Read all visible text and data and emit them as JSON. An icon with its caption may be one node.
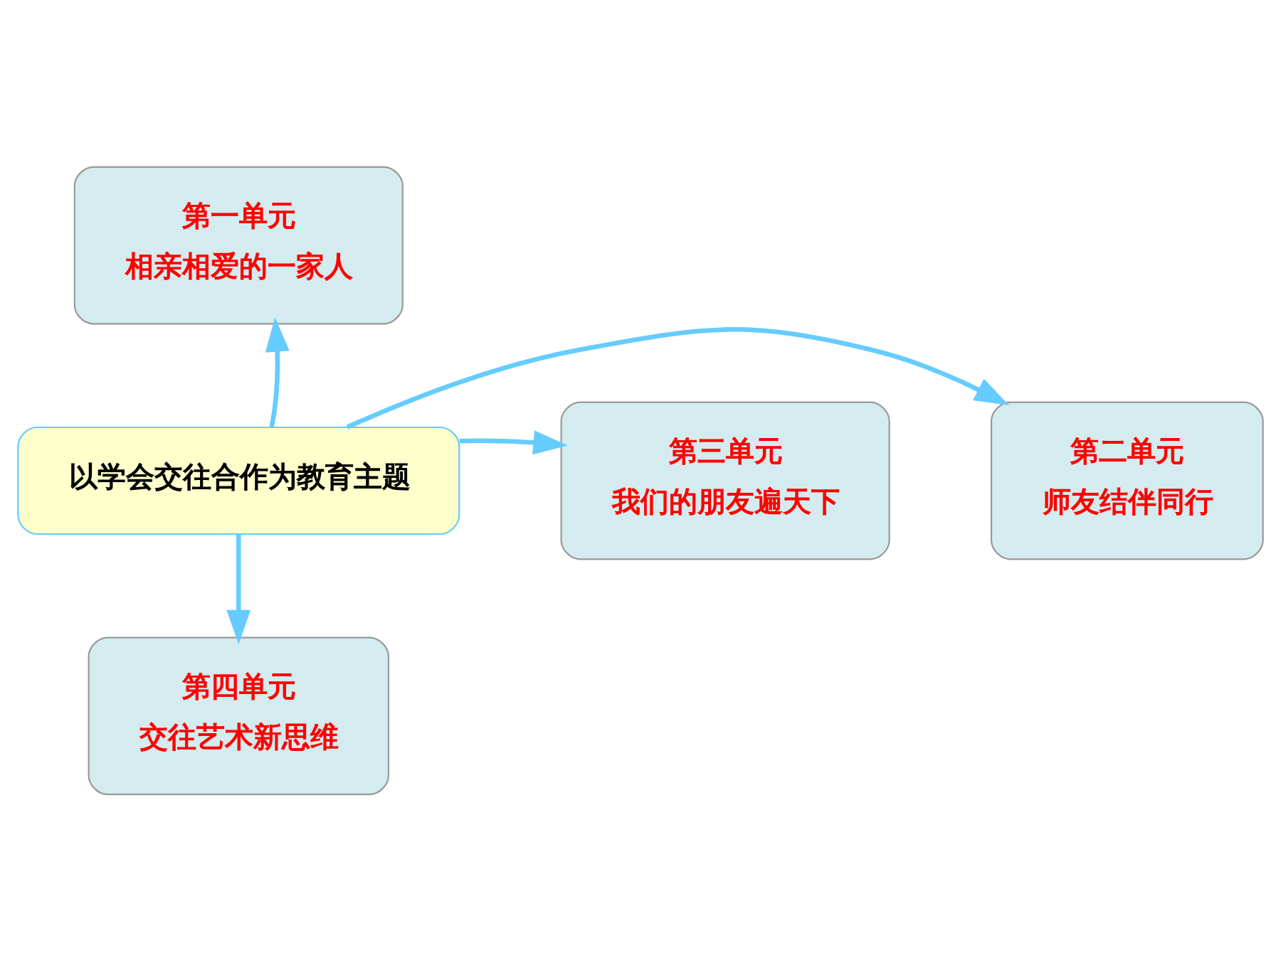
{
  "diagram": {
    "nodes": [
      {
        "text": [
          "第一单元",
          "相亲相爱的一家人"
        ]
      },
      {
        "text": [
          "第二单元",
          "师友结伴同行"
        ]
      },
      {
        "text": [
          "以学会交往合作为教育主题"
        ]
      },
      {
        "text": [
          "第三单元",
          "我们的朋友遍天下"
        ]
      },
      {
        "text": [
          "第四单元",
          "交往艺术新思维"
        ]
      }
    ],
    "edges": [
      {
        "from": 2,
        "to": 0,
        "arrow": "to"
      },
      {
        "from": 2,
        "to": 1,
        "arrow": "to"
      },
      {
        "from": 2,
        "to": 3,
        "arrow": "to"
      },
      {
        "from": 2,
        "to": 4,
        "arrow": "to"
      }
    ]
  }
}
